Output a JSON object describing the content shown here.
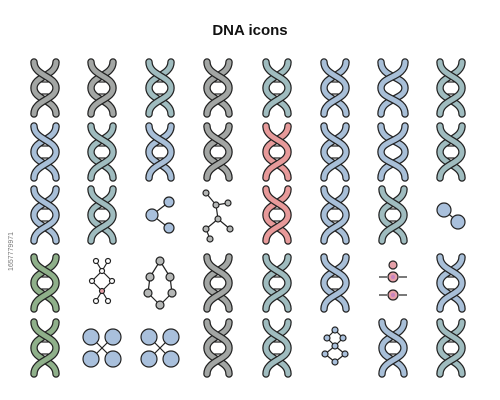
{
  "title": "DNA icons",
  "stock_id": "1657779971",
  "palette": {
    "gray": "#a3a6a4",
    "blue": "#a8bfd8",
    "teal": "#9fbcbf",
    "green": "#8fb08a",
    "pink": "#e79a9a",
    "stroke": "#222222",
    "node_blue": "#a9c0dc",
    "node_gray": "#b5b7b6",
    "node_pink": "#e5a0a8",
    "node_purple": "#c784c0"
  },
  "icons": [
    [
      {
        "kind": "helix",
        "color": "gray"
      },
      {
        "kind": "helix",
        "color": "gray"
      },
      {
        "kind": "helix",
        "color": "teal"
      },
      {
        "kind": "helix",
        "color": "gray"
      },
      {
        "kind": "helix",
        "color": "teal",
        "alt": "green"
      },
      {
        "kind": "helix",
        "color": "blue"
      },
      {
        "kind": "loop",
        "color": "blue"
      },
      {
        "kind": "helix",
        "color": "teal"
      }
    ],
    [
      {
        "kind": "helix",
        "color": "blue"
      },
      {
        "kind": "helix",
        "color": "teal"
      },
      {
        "kind": "helix",
        "color": "blue"
      },
      {
        "kind": "helix",
        "color": "gray"
      },
      {
        "kind": "helix",
        "color": "pink"
      },
      {
        "kind": "helix",
        "color": "blue"
      },
      {
        "kind": "loop",
        "color": "blue"
      },
      {
        "kind": "helix",
        "color": "teal"
      }
    ],
    [
      {
        "kind": "helix",
        "color": "blue"
      },
      {
        "kind": "helix",
        "color": "teal"
      },
      {
        "kind": "molecule3",
        "color": "blue"
      },
      {
        "kind": "branch",
        "color": "blue"
      },
      {
        "kind": "helix",
        "color": "pink"
      },
      {
        "kind": "helix",
        "color": "blue"
      },
      {
        "kind": "helix",
        "color": "teal"
      },
      {
        "kind": "molecule2",
        "color": "blue"
      }
    ],
    [
      {
        "kind": "helix",
        "color": "green"
      },
      {
        "kind": "lattice",
        "color": "pink"
      },
      {
        "kind": "hexnet",
        "color": "gray"
      },
      {
        "kind": "helix",
        "color": "gray"
      },
      {
        "kind": "helix",
        "color": "teal"
      },
      {
        "kind": "helix",
        "color": "blue"
      },
      {
        "kind": "cells",
        "color": "pink"
      },
      {
        "kind": "helix",
        "color": "blue"
      }
    ],
    [
      {
        "kind": "helix",
        "color": "green"
      },
      {
        "kind": "four",
        "color": "blue"
      },
      {
        "kind": "four",
        "color": "blue"
      },
      {
        "kind": "helix",
        "color": "gray"
      },
      {
        "kind": "helix",
        "color": "teal"
      },
      {
        "kind": "chain",
        "color": "blue"
      },
      {
        "kind": "helix",
        "color": "blue"
      },
      {
        "kind": "helix",
        "color": "teal"
      }
    ]
  ]
}
